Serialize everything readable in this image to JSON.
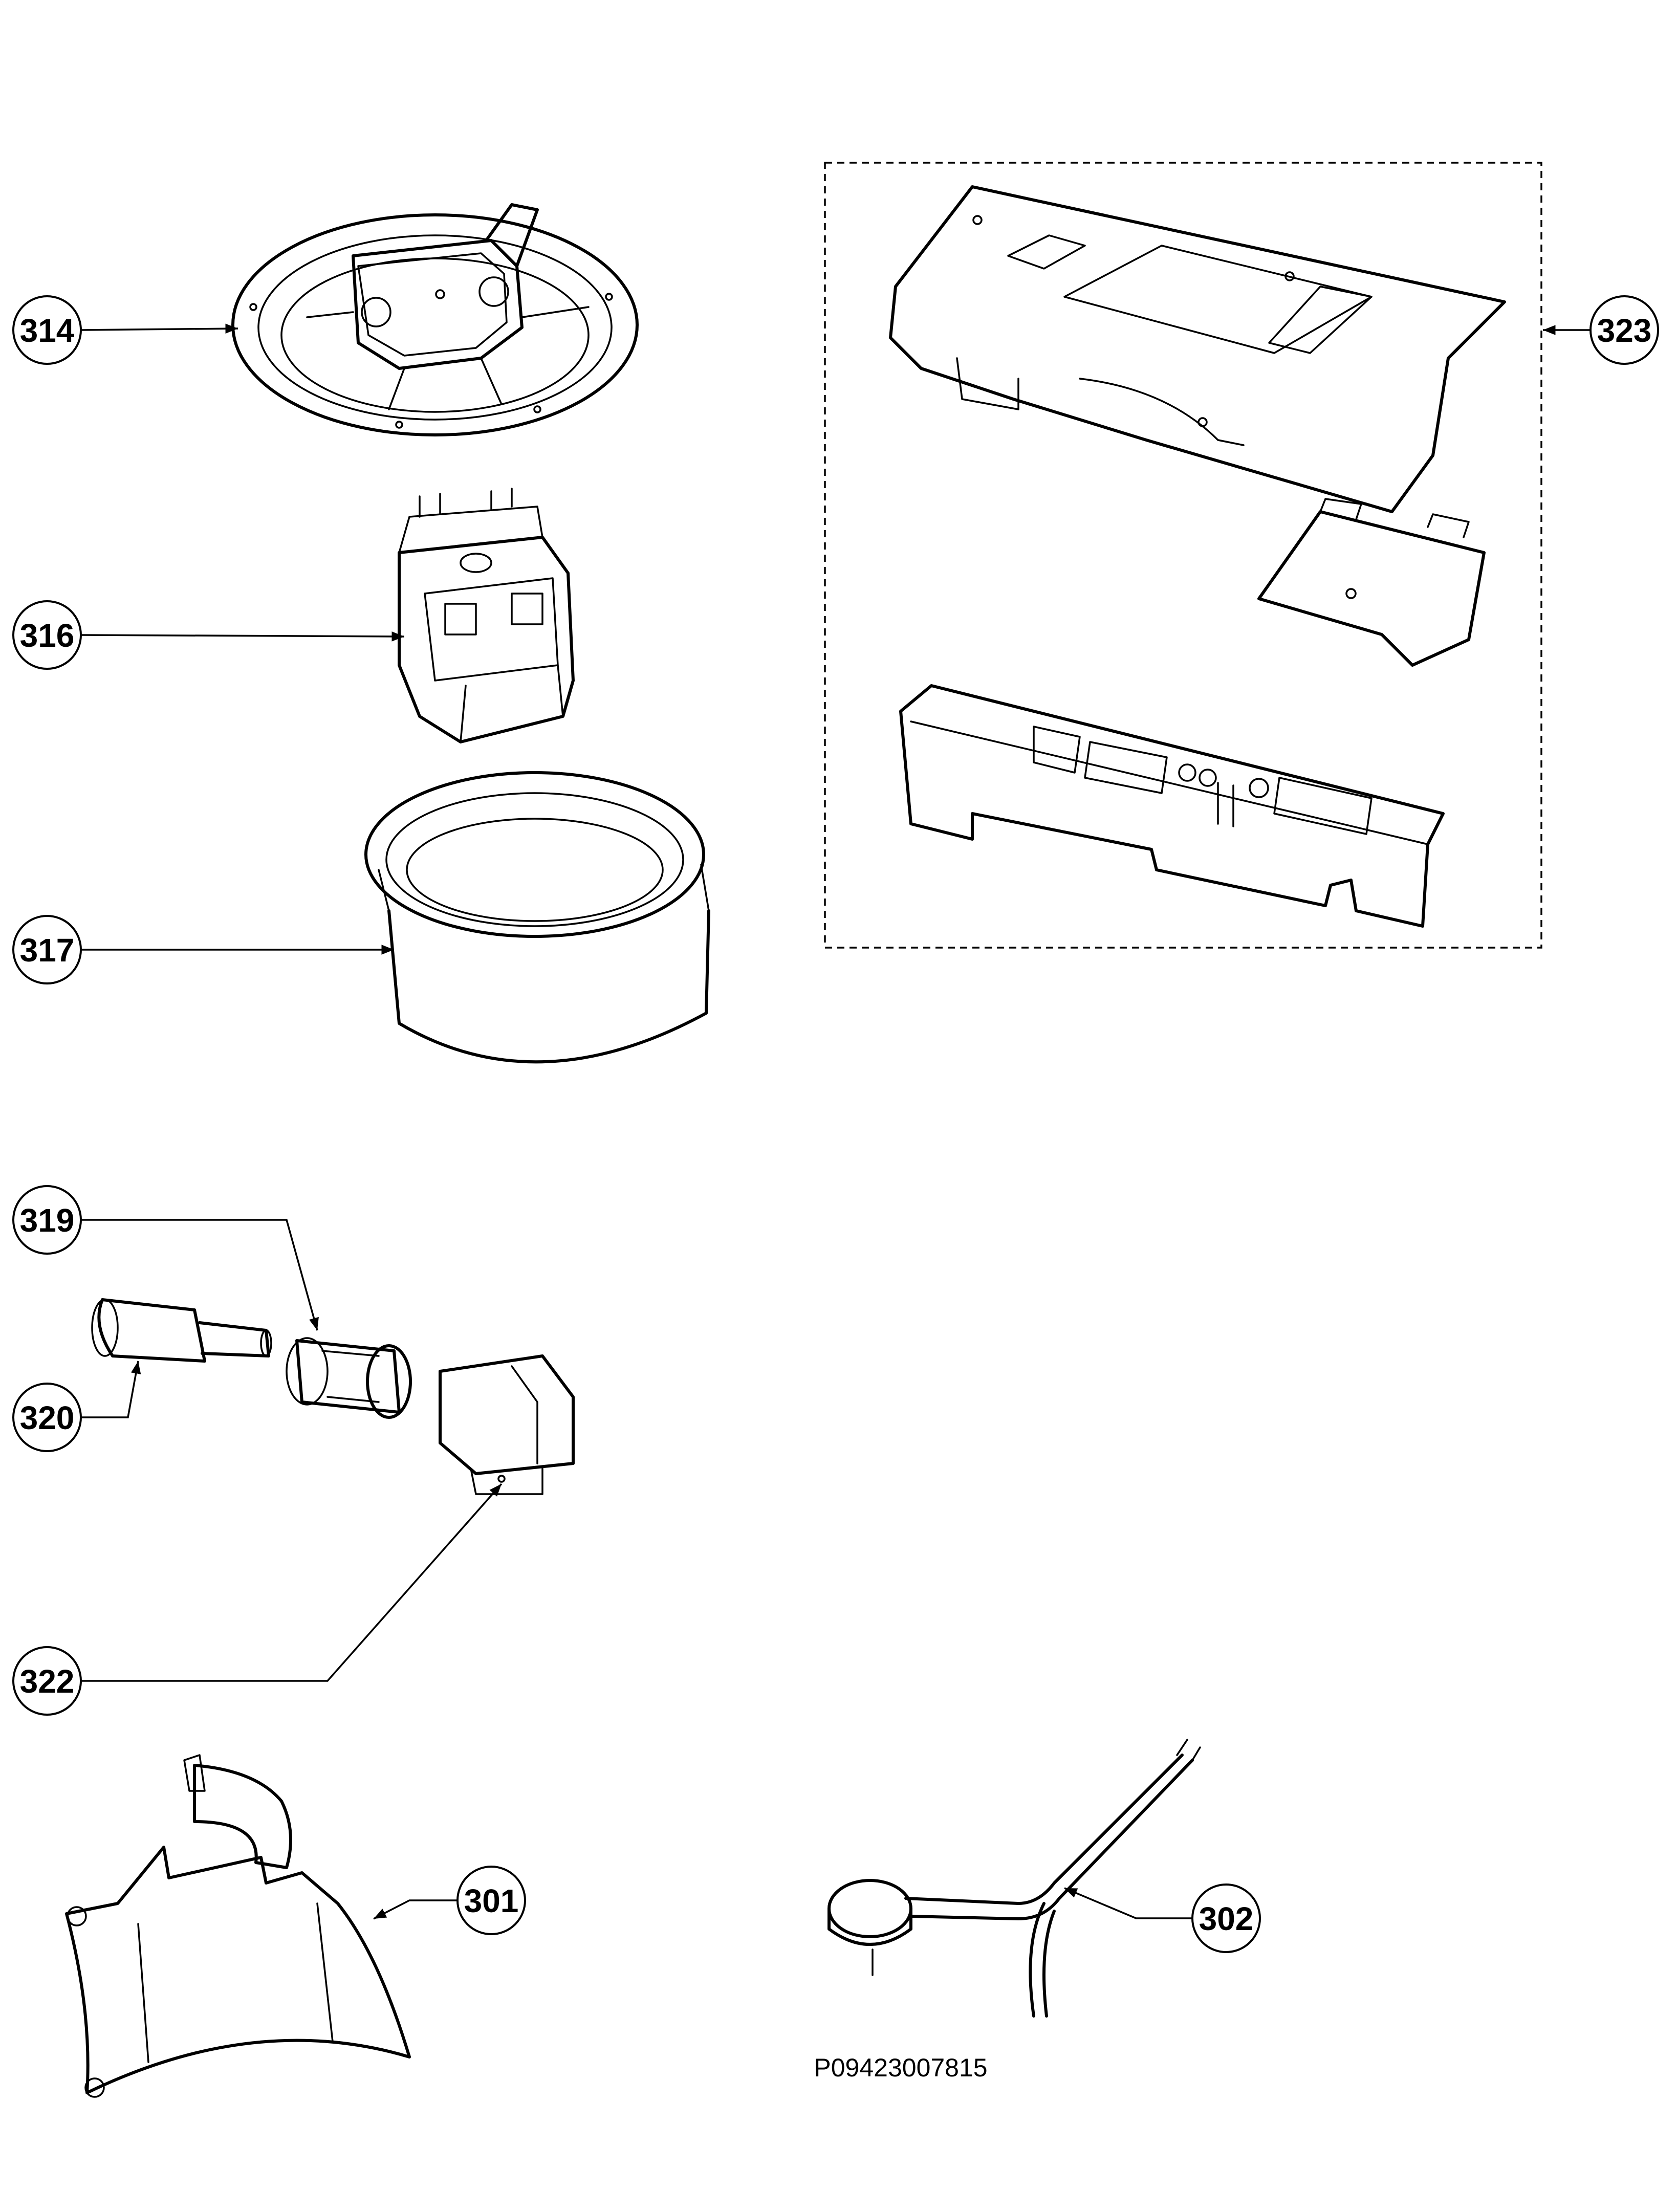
{
  "diagram": {
    "callouts": [
      {
        "id": "c314",
        "label": "314"
      },
      {
        "id": "c316",
        "label": "316"
      },
      {
        "id": "c317",
        "label": "317"
      },
      {
        "id": "c319",
        "label": "319"
      },
      {
        "id": "c320",
        "label": "320"
      },
      {
        "id": "c322",
        "label": "322"
      },
      {
        "id": "c301",
        "label": "301"
      },
      {
        "id": "c302",
        "label": "302"
      },
      {
        "id": "c323",
        "label": "323"
      }
    ],
    "drawing_code": "P09423007815"
  }
}
